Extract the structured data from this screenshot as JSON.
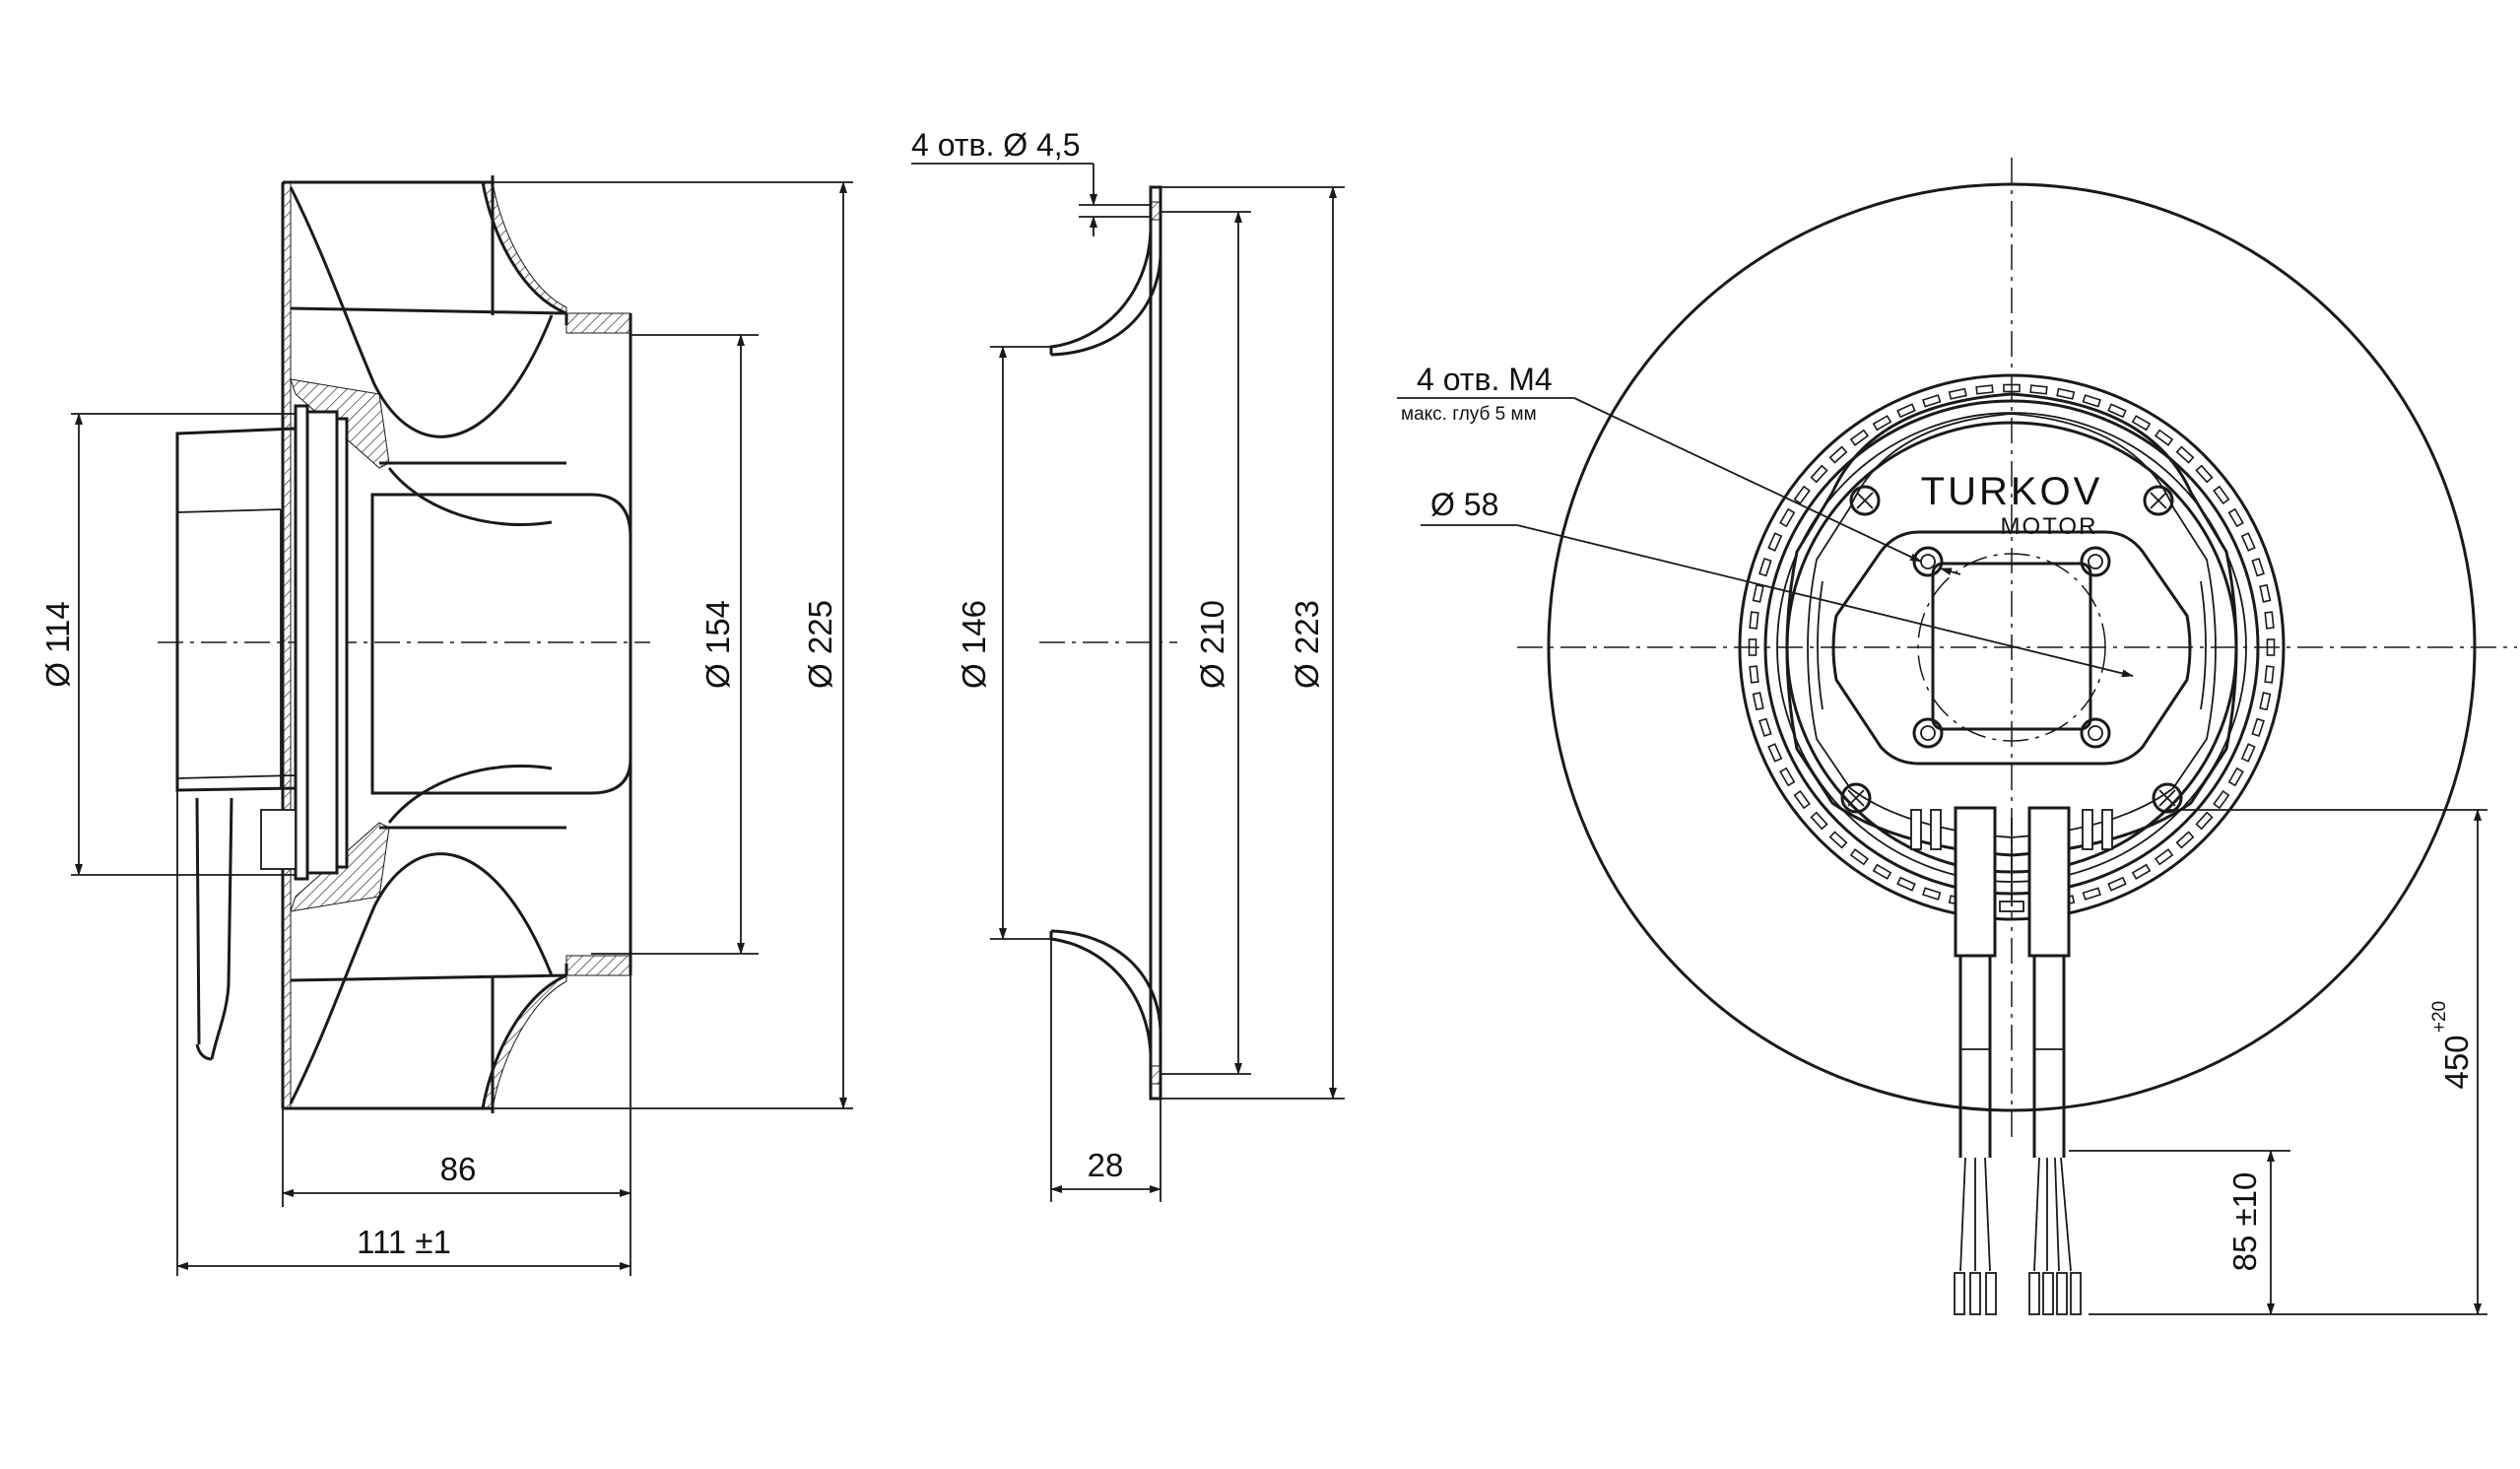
{
  "side_view": {
    "dim_d114": "Ø 114",
    "dim_d154": "Ø 154",
    "dim_d225": "Ø 225",
    "dim_86": "86",
    "dim_111": "111 ±1"
  },
  "nozzle_view": {
    "holes_label": "4 отв. Ø 4,5",
    "dim_d146": "Ø 146",
    "dim_d210": "Ø 210",
    "dim_d223": "Ø 223",
    "dim_28": "28"
  },
  "front_view": {
    "m4_label": "4 отв. М4",
    "m4_sublabel": "макс. глуб 5 мм",
    "d58_label": "Ø 58",
    "logo_main": "TURKOV",
    "logo_sub": "MOTOR",
    "dim_450": "450",
    "dim_450_tol": "+20",
    "dim_85": "85 ±10"
  }
}
